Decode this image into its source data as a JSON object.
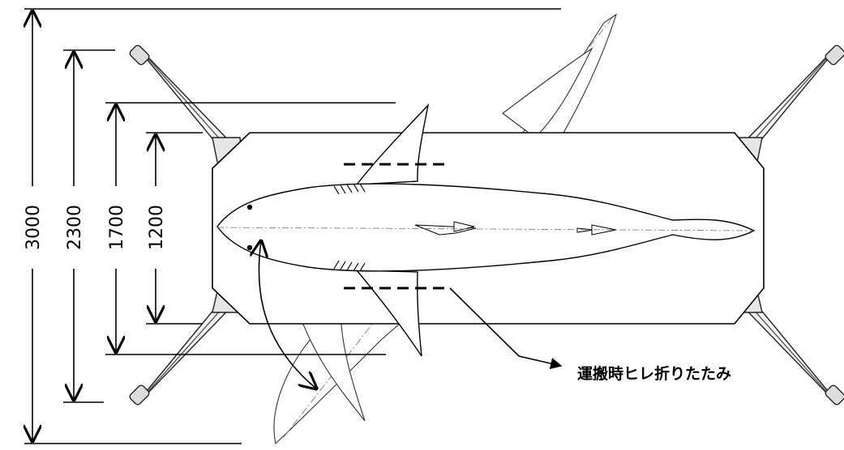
{
  "dimensions": [
    {
      "id": "d3000",
      "label": "3000"
    },
    {
      "id": "d2300",
      "label": "2300"
    },
    {
      "id": "d1700",
      "label": "1700"
    },
    {
      "id": "d1200",
      "label": "1200"
    }
  ],
  "annotation": {
    "text": "運搬時ヒレ折りたたみ"
  }
}
